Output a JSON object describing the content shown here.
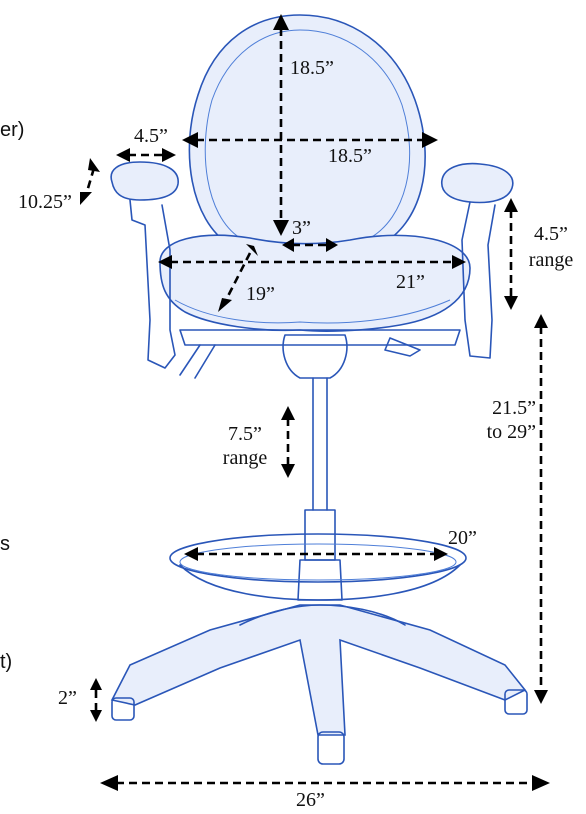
{
  "labels": {
    "back_height": "18.5”",
    "back_width": "18.5”",
    "armpad_width": "4.5”",
    "armpad_length": "10.25”",
    "seat_contour": "3”",
    "seat_depth": "19”",
    "seat_width": "21”",
    "arm_range_value": "4.5”",
    "arm_range_word": "range",
    "seat_height_line1": "21.5”",
    "seat_height_line2": "to 29”",
    "cylinder_range_value": "7.5”",
    "cylinder_range_word": "range",
    "footring_diameter": "20”",
    "caster_size": "2”",
    "base_diameter": "26”"
  },
  "cropped_text": {
    "top_left": "er)",
    "mid_left": "s",
    "bottom_left": "t)"
  },
  "colors": {
    "chair_outline": "#2a56b8",
    "chair_fill": "#e8eefb",
    "dimension_lines": "#000000"
  }
}
